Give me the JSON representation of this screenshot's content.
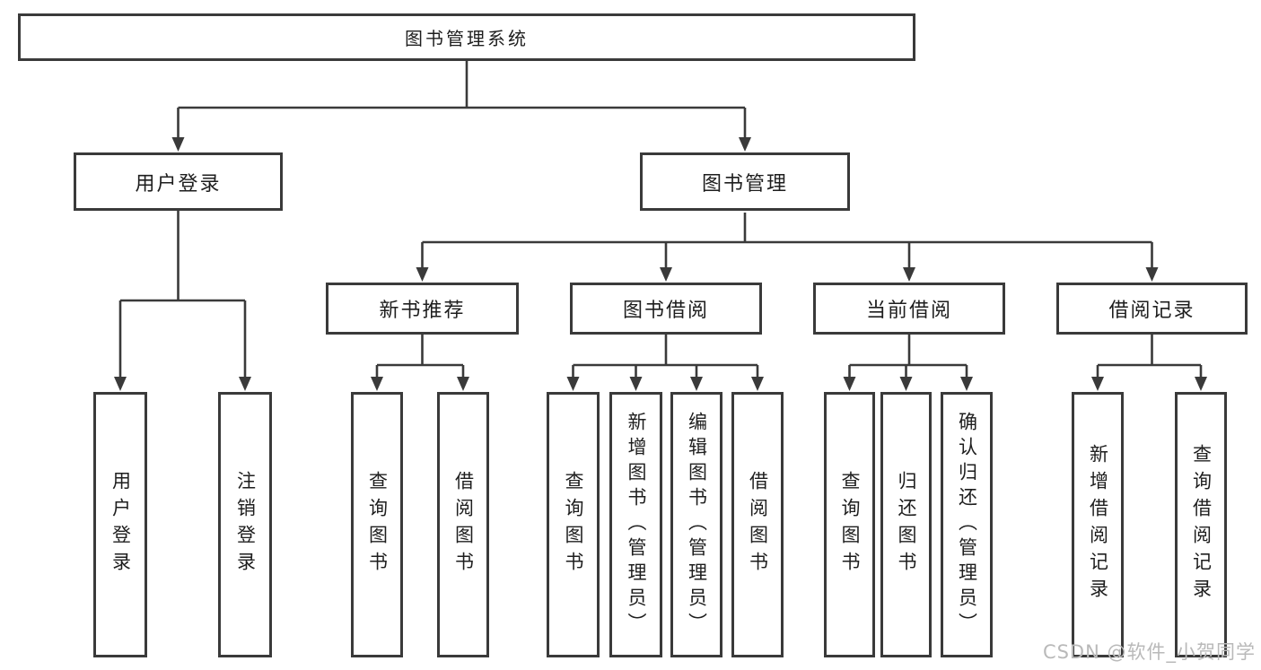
{
  "tree": {
    "root": {
      "label": "图书管理系统"
    },
    "children": [
      {
        "label": "用户登录",
        "children": [
          {
            "label": "用户登录"
          },
          {
            "label": "注销登录"
          }
        ]
      },
      {
        "label": "图书管理",
        "children": [
          {
            "label": "新书推荐",
            "children": [
              {
                "label": "查询图书"
              },
              {
                "label": "借阅图书"
              }
            ]
          },
          {
            "label": "图书借阅",
            "children": [
              {
                "label": "查询图书"
              },
              {
                "label": "新增图书（管理员）"
              },
              {
                "label": "编辑图书（管理员）"
              },
              {
                "label": "借阅图书"
              }
            ]
          },
          {
            "label": "当前借阅",
            "children": [
              {
                "label": "查询图书"
              },
              {
                "label": "归还图书"
              },
              {
                "label": "确认归还（管理员）"
              }
            ]
          },
          {
            "label": "借阅记录",
            "children": [
              {
                "label": "新增借阅记录"
              },
              {
                "label": "查询借阅记录"
              }
            ]
          }
        ]
      }
    ]
  },
  "watermark": {
    "text": "CSDN @软件_小贺同学"
  },
  "colors": {
    "line": "#3a3a3a",
    "text": "#1e1e1e",
    "watermark": "#b9b9b9",
    "background": "#ffffff"
  }
}
